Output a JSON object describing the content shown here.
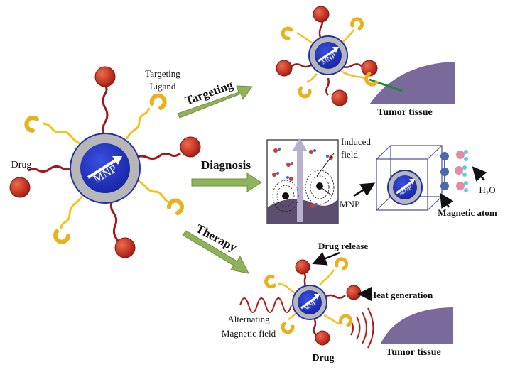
{
  "labels": {
    "targeting_ligand_line1": "Targeting",
    "targeting_ligand_line2": "Ligand",
    "drug_main": "Drug",
    "mnp": "MNP",
    "targeting_arrow": "Targeting",
    "diagnosis_arrow": "Diagnosis",
    "therapy_arrow": "Therapy",
    "tumor_tissue_top": "Tumor tissue",
    "induced_field_line1": "Induced",
    "induced_field_line2": "field",
    "mnp_diag": "MNP",
    "h2o": "H₂O",
    "magnetic_atom": "Magnetic atom",
    "drug_release": "Drug release",
    "heat_generation": "Heat generation",
    "alternating_line1": "Alternating",
    "alternating_line2": "Magnetic field",
    "drug_bottom": "Drug",
    "tumor_tissue_bottom": "Tumor tissue"
  },
  "colors": {
    "core_blue": "#1f2fbf",
    "shell_gray": "#b7b7b7",
    "drug_red": "#c0281c",
    "ligand_yellow": "#e7b21c",
    "linker_red": "#a01818",
    "linker_yellow": "#f2c31f",
    "arrow_green": "#8fb35a",
    "tumor_purple": "#7a6a9c",
    "wave_red": "#b01a1a"
  }
}
